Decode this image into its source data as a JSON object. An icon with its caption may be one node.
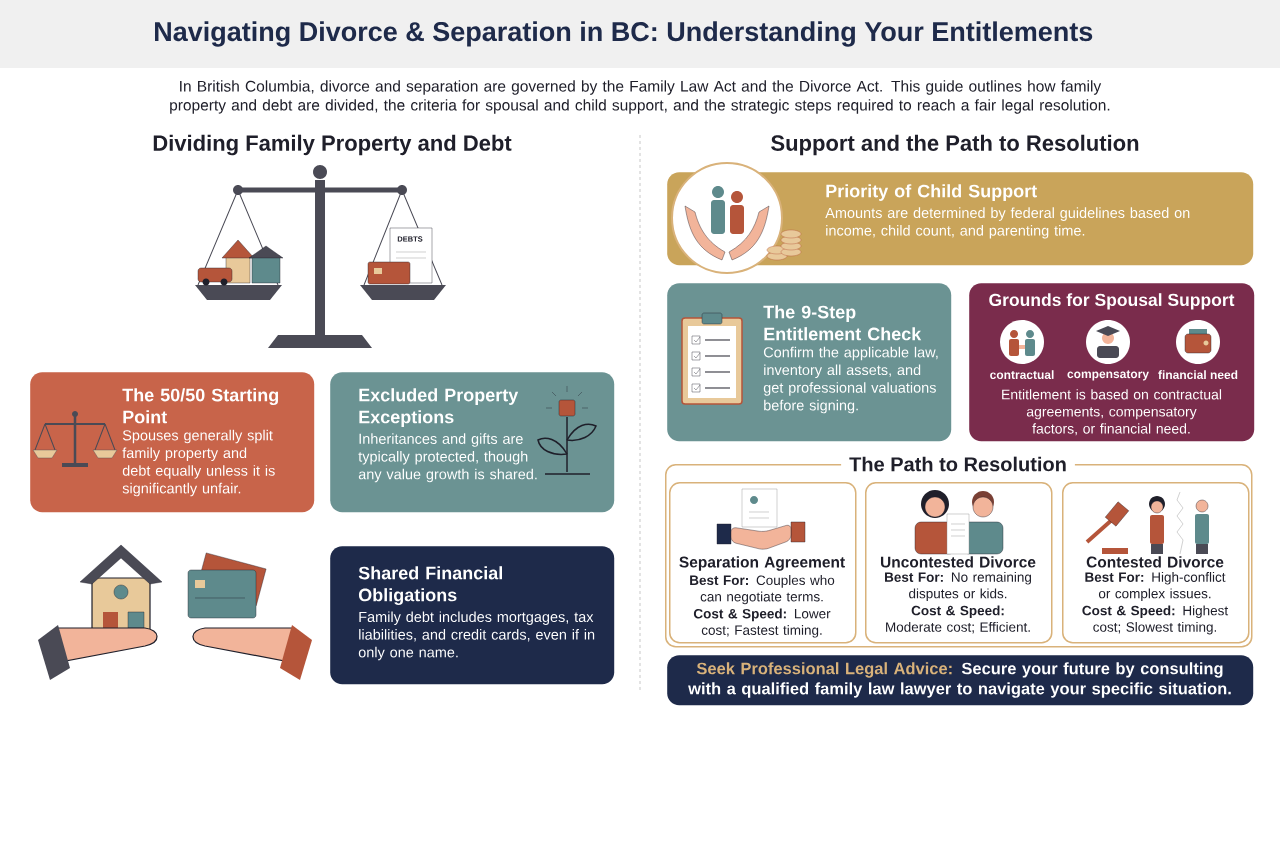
{
  "diagram": {
    "title": "Navigating Divorce & Separation in BC: Understanding Your Entitlements",
    "nodes": [
      {
        "text": [
          "The 50/50 Starting Point",
          "Spouses generally split family property and debt equally unless it is significantly unfair."
        ]
      },
      {
        "text": [
          "Excluded Property Exceptions",
          "Inheritances and gifts are typically protected, though any value growth is shared."
        ]
      },
      {
        "text": [
          "Shared Financial Obligations",
          "Family debt includes mortgages, tax liabilities, and credit cards, even if in only one name."
        ]
      },
      {
        "text": [
          "Priority of Child Support",
          "Amounts are determined by federal guidelines based on income, child count, and parenting time."
        ]
      },
      {
        "text": [
          "The 9-Step Entitlement Check",
          "Confirm the applicable law, inventory all assets, and get professional valuations before signing."
        ]
      },
      {
        "text": [
          "Grounds for Spousal Support",
          "Entitlement is based on contractual agreements, compensatory factors, or financial need."
        ]
      },
      {
        "text": [
          "contractual"
        ],
        "in": 5
      },
      {
        "text": [
          "compensatory"
        ],
        "in": 5
      },
      {
        "text": [
          "financial need"
        ],
        "in": 5
      },
      {
        "text": [
          "The Path to Resolution"
        ]
      },
      {
        "text": [
          "Separation Agreement",
          "**Best For:** Couples who can negotiate terms.",
          "**Cost & Speed:** Lower cost; Fastest timing."
        ],
        "in": 9
      },
      {
        "text": [
          "Uncontested Divorce",
          "**Best For:** No remaining disputes or kids.",
          "**Cost & Speed:** Moderate cost; Efficient."
        ],
        "in": 9
      },
      {
        "text": [
          "Contested Divorce",
          "**Best For:** High-conflict or complex issues.",
          "**Cost & Speed:** Highest cost; Slowest timing."
        ],
        "in": 9
      },
      {
        "text": [
          "Seek Professional Legal Advice:",
          "Secure your future by consulting with a qualified family law lawyer to navigate your specific situation."
        ]
      }
    ],
    "labels": [
      "In British Columbia, divorce and separation are governed by the Family Law Act and the Divorce Act. This guide outlines how family property and debt are divided, the criteria for spousal and child support, and the strategic steps required to reach a fair legal resolution.",
      "Dividing Family Property and Debt",
      "Support and the Path to Resolution",
      "DEBTS"
    ]
  }
}
